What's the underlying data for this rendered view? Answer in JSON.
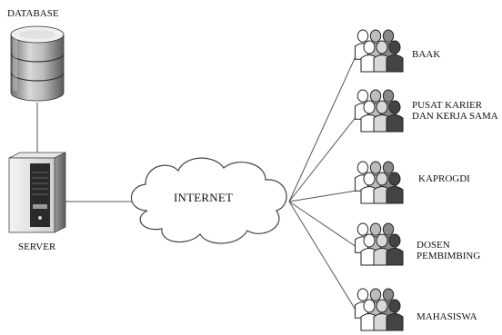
{
  "database": {
    "label": "DATABASE",
    "icon": "database-icon"
  },
  "server": {
    "label": "SERVER",
    "icon": "server-icon"
  },
  "internet": {
    "label": "INTERNET",
    "icon": "cloud-icon"
  },
  "groups": [
    {
      "id": "baak",
      "lines": [
        "BAAK"
      ]
    },
    {
      "id": "pusat-karier",
      "lines": [
        "PUSAT KARIER",
        "DAN KERJA SAMA"
      ]
    },
    {
      "id": "kaprogdi",
      "lines": [
        "KAPROGDI"
      ]
    },
    {
      "id": "dosen-pembimbing",
      "lines": [
        "DOSEN",
        "PEMBIMBING"
      ]
    },
    {
      "id": "mahasiswa",
      "lines": [
        "MAHASISWA"
      ]
    }
  ],
  "group_icon": "user-group-icon"
}
